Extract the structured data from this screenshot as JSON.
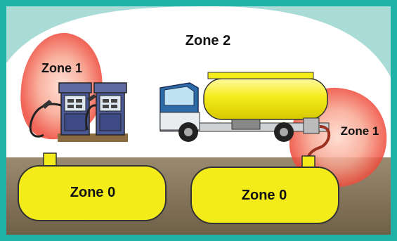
{
  "zones": {
    "zone2_label": "Zone 2",
    "zone1_left_label": "Zone 1",
    "zone1_right_label": "Zone 1",
    "zone0_left_label": "Zone 0",
    "zone0_right_label": "Zone 0"
  },
  "colors": {
    "frame": "#1fb3a8",
    "sky": "#a9dcd6",
    "ground": "#8c7a60",
    "tank_yellow": "#f4ec1a",
    "zone1_red": "#ee4a3a",
    "cab_blue": "#2d6aa8"
  },
  "icons": [
    "fuel-dispenser-icon",
    "fuel-dispenser-icon",
    "tanker-truck-icon"
  ]
}
